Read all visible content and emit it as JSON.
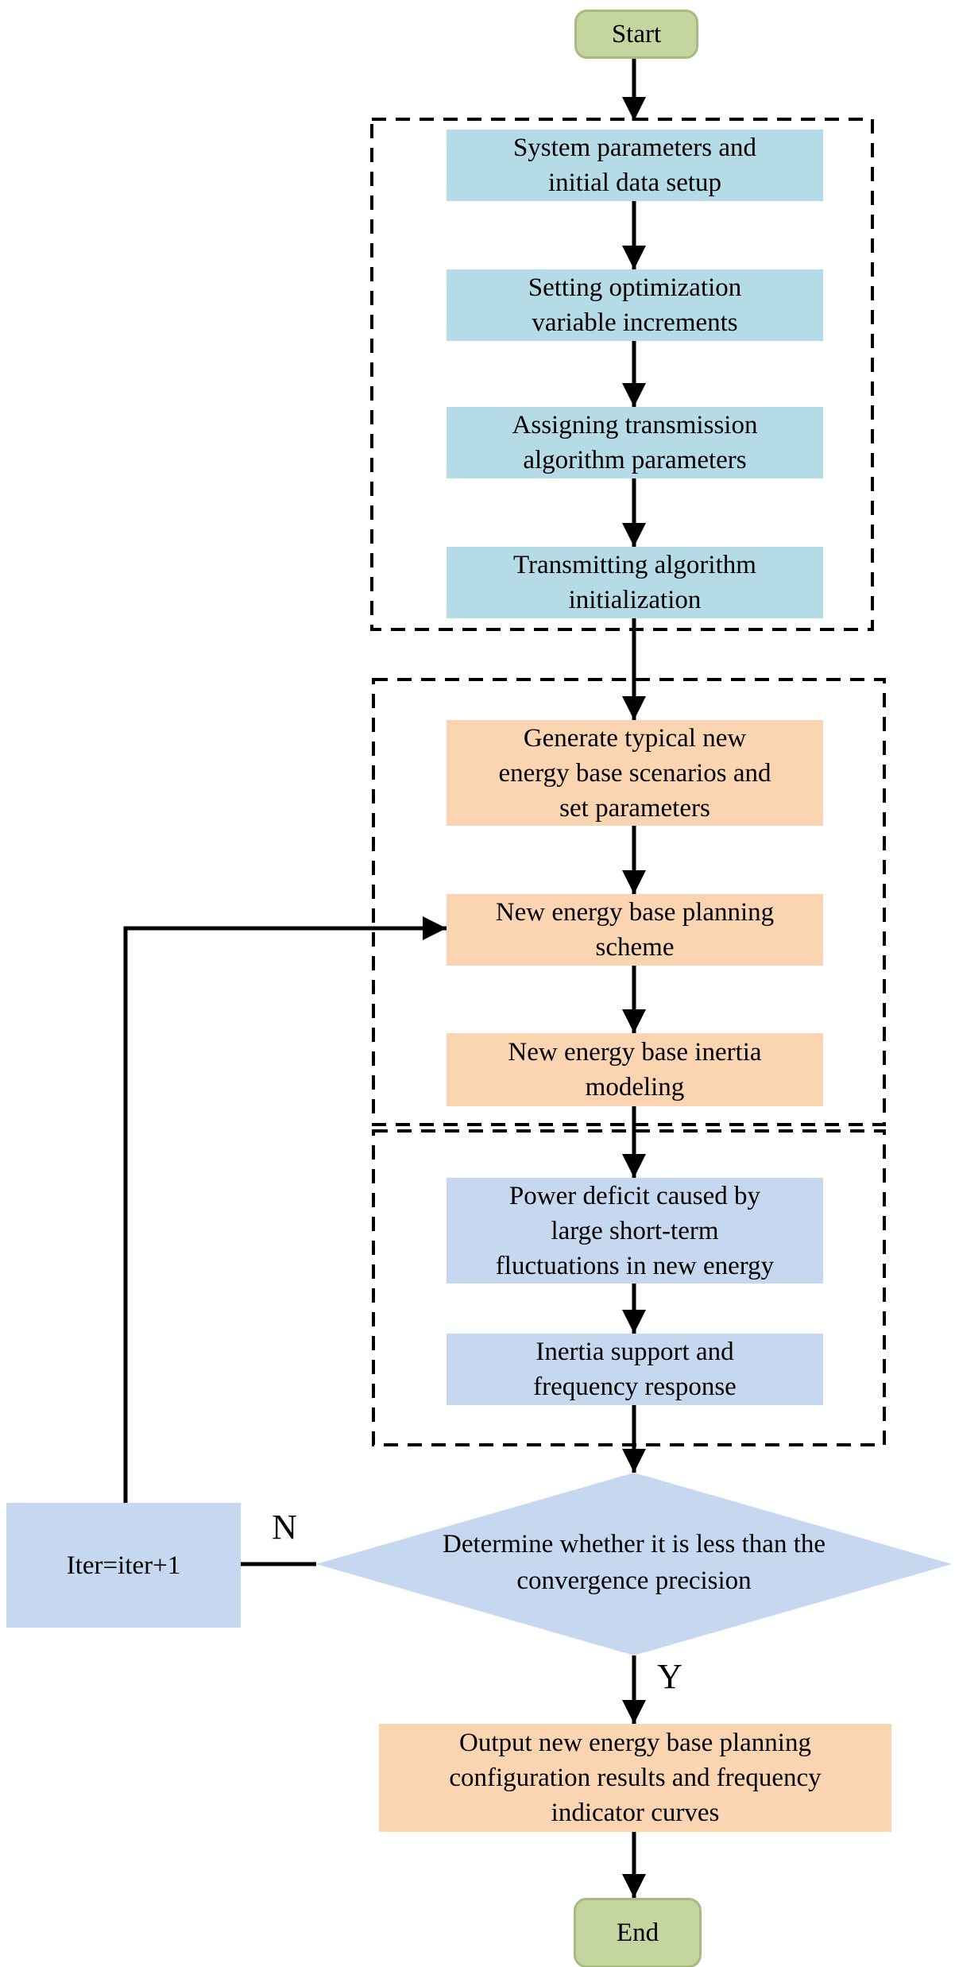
{
  "nodes": {
    "start": {
      "label": "Start"
    },
    "system_parameters": {
      "label": "System parameters and\ninitial data setup"
    },
    "setting_increments": {
      "label": "Setting optimization\nvariable increments"
    },
    "assigning_params": {
      "label": "Assigning transmission\nalgorithm parameters"
    },
    "transmitting_init": {
      "label": "Transmitting algorithm\ninitialization"
    },
    "generate_scenarios": {
      "label": "Generate typical new\nenergy base scenarios and\nset parameters"
    },
    "planning_scheme": {
      "label": "New energy base planning\nscheme"
    },
    "inertia_modeling": {
      "label": "New energy base inertia\nmodeling"
    },
    "power_deficit": {
      "label": "Power deficit caused by\nlarge short-term\nfluctuations in new energy"
    },
    "inertia_support": {
      "label": "Inertia support and\nfrequency response"
    },
    "decision": {
      "label": "Determine whether it is less than the\nconvergence precision"
    },
    "iterate": {
      "label": "Iter=iter+1"
    },
    "output": {
      "label": "Output new energy base planning\nconfiguration results and frequency\nindicator curves"
    },
    "end": {
      "label": "End"
    }
  },
  "edge_labels": {
    "no": "N",
    "yes": "Y"
  },
  "colors": {
    "terminal_fill": "#c4d5a0",
    "terminal_border": "#a6bb7d",
    "stage1_fill": "#b5dbe6",
    "stage2_fill": "#fbd5b1",
    "stage3_fill": "#c6d8ef",
    "line": "#000000"
  }
}
